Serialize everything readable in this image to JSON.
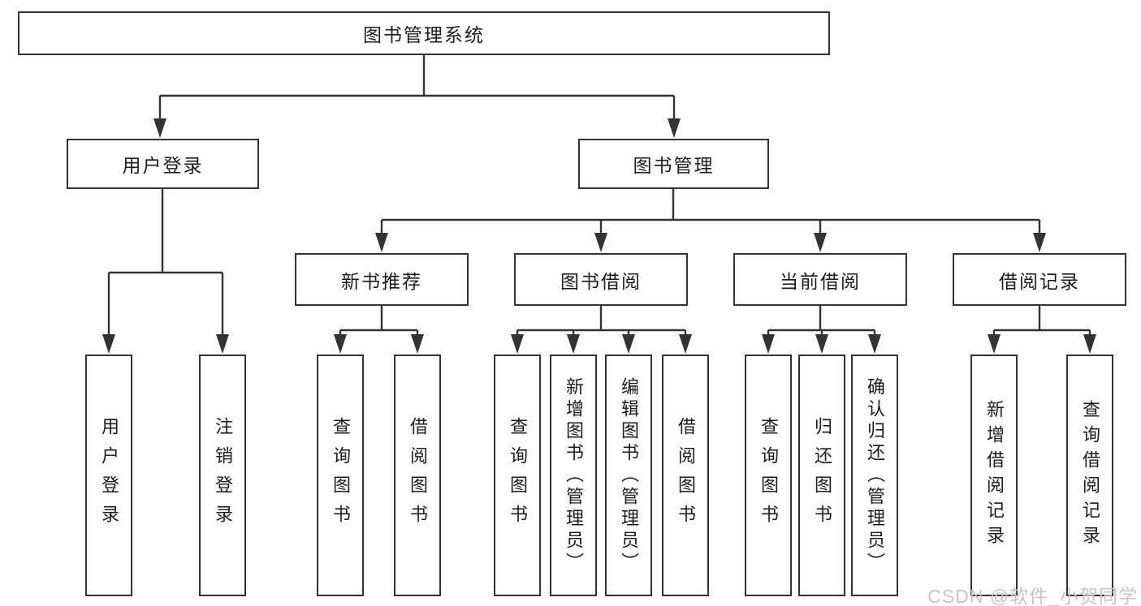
{
  "tree": {
    "root": {
      "label": "图书管理系统"
    },
    "branches": [
      {
        "label": "用户登录",
        "leaves": [
          {
            "label": "用户登录"
          },
          {
            "label": "注销登录"
          }
        ]
      },
      {
        "label": "图书管理",
        "groups": [
          {
            "label": "新书推荐",
            "leaves": [
              {
                "label": "查询图书"
              },
              {
                "label": "借阅图书"
              }
            ]
          },
          {
            "label": "图书借阅",
            "leaves": [
              {
                "label": "查询图书"
              },
              {
                "label": "新增图书（管理员）"
              },
              {
                "label": "编辑图书（管理员）"
              },
              {
                "label": "借阅图书"
              }
            ]
          },
          {
            "label": "当前借阅",
            "leaves": [
              {
                "label": "查询图书"
              },
              {
                "label": "归还图书"
              },
              {
                "label": "确认归还（管理员）"
              }
            ]
          },
          {
            "label": "借阅记录",
            "leaves": [
              {
                "label": "新增借阅记录"
              },
              {
                "label": "查询借阅记录"
              }
            ]
          }
        ]
      }
    ]
  },
  "watermark": "CSDN @软件_小贺同学",
  "colors": {
    "line": "#333333",
    "text": "#1c1c1c",
    "background": "#ffffff",
    "watermark": "#c5c5c5"
  }
}
